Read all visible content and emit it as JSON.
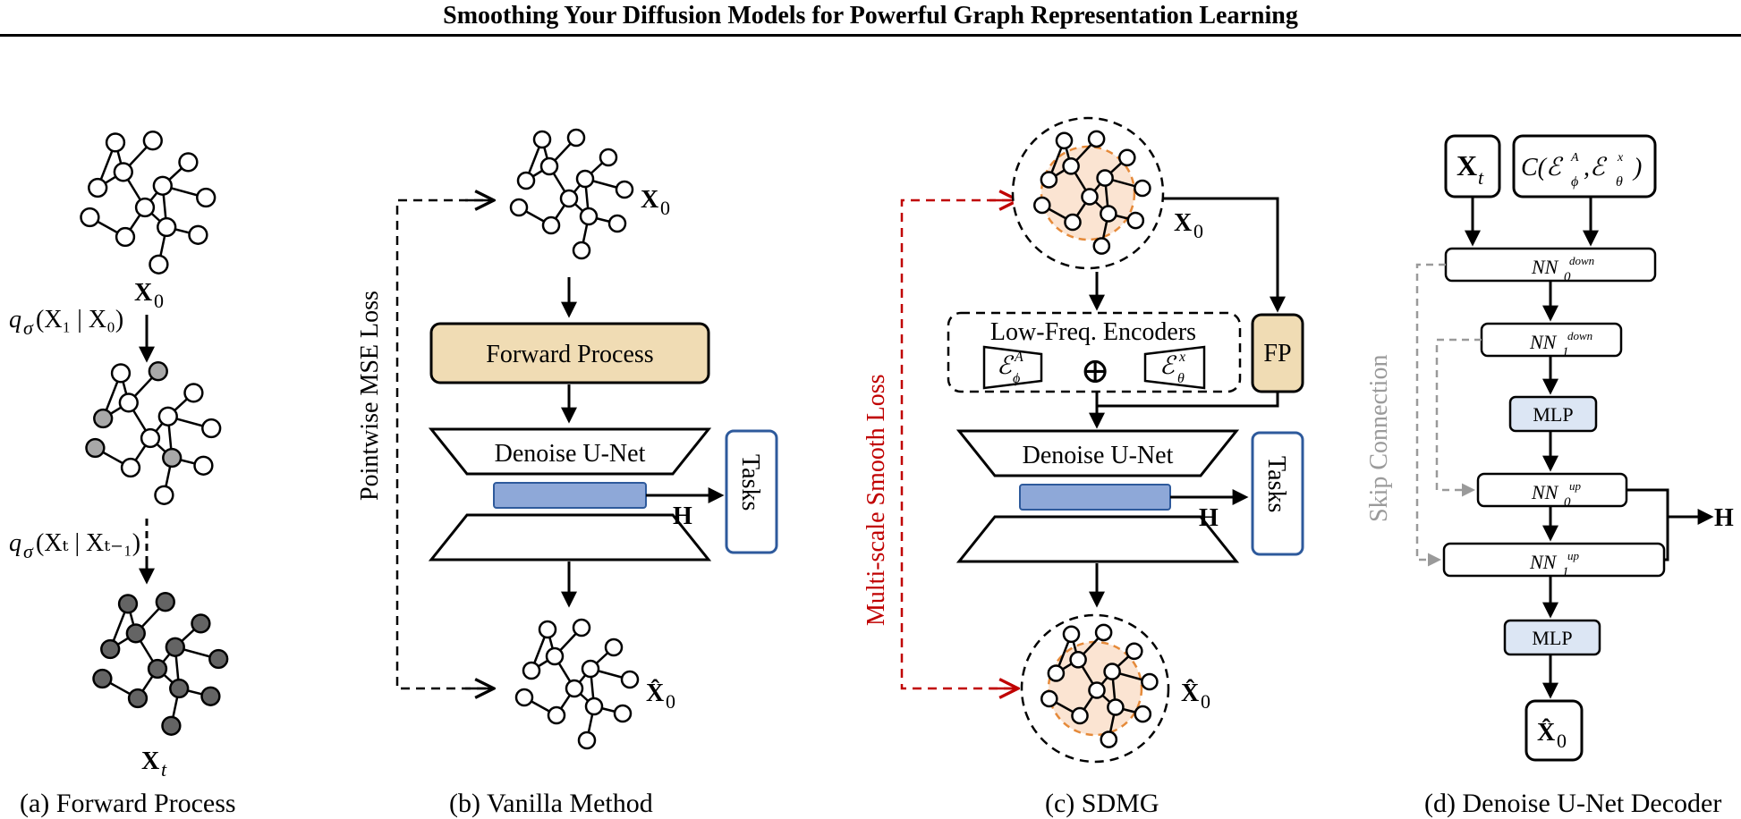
{
  "title": "Smoothing Your Diffusion Models for Powerful Graph Representation Learning",
  "panel_a": {
    "caption": "(a) Forward  Process",
    "x0_label": "X",
    "x0_sub": "0",
    "q1_label": "q",
    "q1_sub": "σ",
    "q1_args": "(X₁ | X₀)",
    "qt_label": "q",
    "qt_sub": "σ",
    "qt_args": "(Xₜ | Xₜ₋₁)",
    "xt_label": "X",
    "xt_sub": "t"
  },
  "panel_b": {
    "caption": "(b) Vanilla Method",
    "loss_label": "Pointwise MSE Loss",
    "forward_process": "Forward  Process",
    "denoise_unet": "Denoise U-Net",
    "h_label": "H",
    "tasks": "Tasks",
    "x0_label": "X",
    "x0_sub": "0",
    "x0hat_label": "X̂",
    "x0hat_sub": "0"
  },
  "panel_c": {
    "caption": "(c) SDMG",
    "loss_label": "Multi-scale Smooth Loss",
    "encoders_title": "Low-Freq. Encoders",
    "enc_a": "ℰ",
    "enc_a_sup": "A",
    "enc_a_sub": "ϕ",
    "enc_x": "ℰ",
    "enc_x_sup": "x",
    "enc_x_sub": "θ",
    "oplus": "⊕",
    "fp": "FP",
    "denoise_unet": "Denoise U-Net",
    "h_label": "H",
    "tasks": "Tasks",
    "x0_label": "X",
    "x0_sub": "0",
    "x0hat_label": "X̂",
    "x0hat_sub": "0"
  },
  "panel_d": {
    "caption": "(d) Denoise U-Net Decoder",
    "skip_label": "Skip Connection",
    "xt_label": "X",
    "xt_sub": "t",
    "cond_label": "C(ℰ",
    "cond_a_sup": "A",
    "cond_a_sub": "ϕ",
    "cond_mid": ",ℰ",
    "cond_x_sup": "x",
    "cond_x_sub": "θ",
    "cond_end": ")",
    "nn": "NN",
    "nn0_down_sub": "0",
    "nn0_down_sup": "down",
    "nn1_down_sub": "1",
    "nn1_down_sup": "down",
    "mlp1": "MLP",
    "nn0_up_sub": "0",
    "nn0_up_sup": "up",
    "nn1_up_sub": "1",
    "nn1_up_sup": "up",
    "mlp2": "MLP",
    "h_label": "H",
    "x0hat_label": "X̂",
    "x0hat_sub": "0"
  },
  "colors": {
    "forward_process_fill": "#f0dcb4",
    "latent_bar": "#8ea8d8",
    "tasks_border": "#2e5a9c",
    "smooth_loss": "#c00000",
    "orange_ring": "#e58a3a",
    "orange_fill": "#fbe4d2",
    "skip_gray": "#9a9a9a",
    "mlp_fill": "#dce6f4",
    "node_gray": "#a8a8a8",
    "node_dark": "#646464"
  }
}
